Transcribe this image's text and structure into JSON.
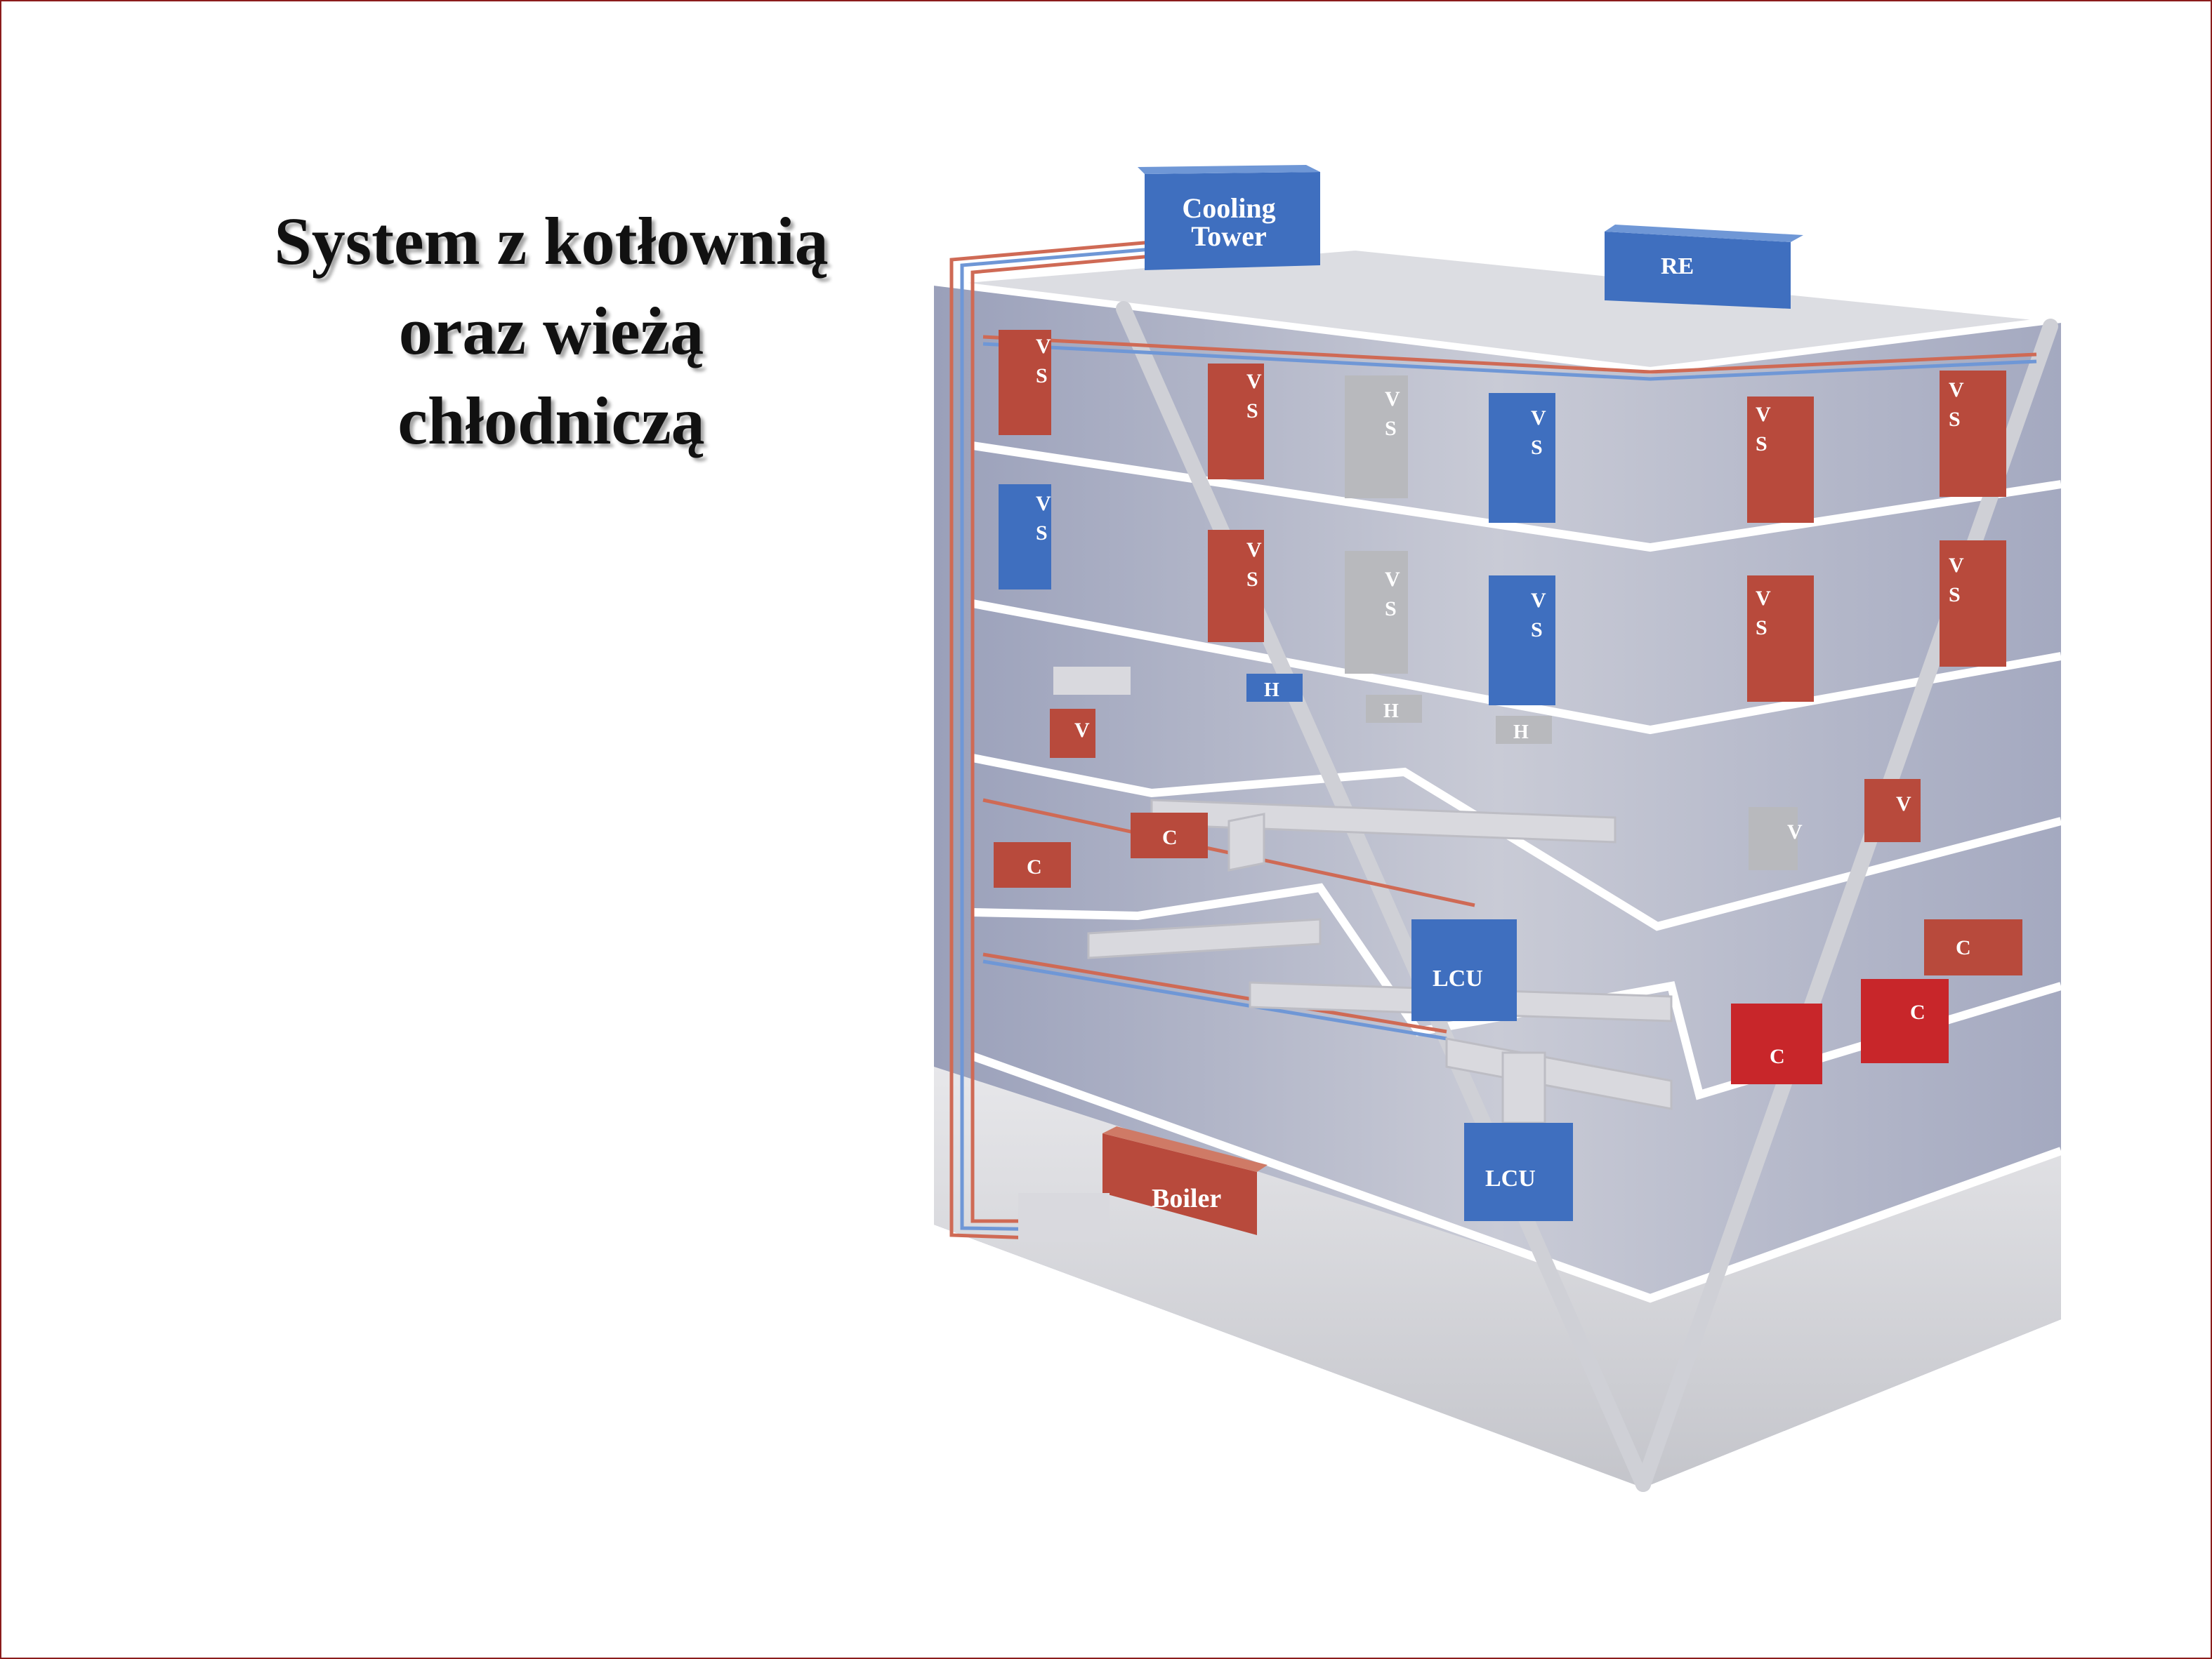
{
  "title": {
    "line1": "System z kotłownią",
    "line2": "oraz wieżą",
    "line3": "chłodniczą"
  },
  "labels": {
    "cooling_tower_1": "Cooling",
    "cooling_tower_2": "Tower",
    "re": "RE",
    "boiler": "Boiler",
    "lcu": "LCU",
    "v": "V",
    "s": "S",
    "h": "H",
    "c": "C"
  },
  "colors": {
    "red_unit": "#b84a3c",
    "bright_red_unit": "#c8262a",
    "blue_unit": "#3f6fbf",
    "grey_unit": "#b8b9bd",
    "building_wall": "#a9aec4",
    "floor": "#d6d7dc",
    "frame_border": "#8b1c1c"
  }
}
